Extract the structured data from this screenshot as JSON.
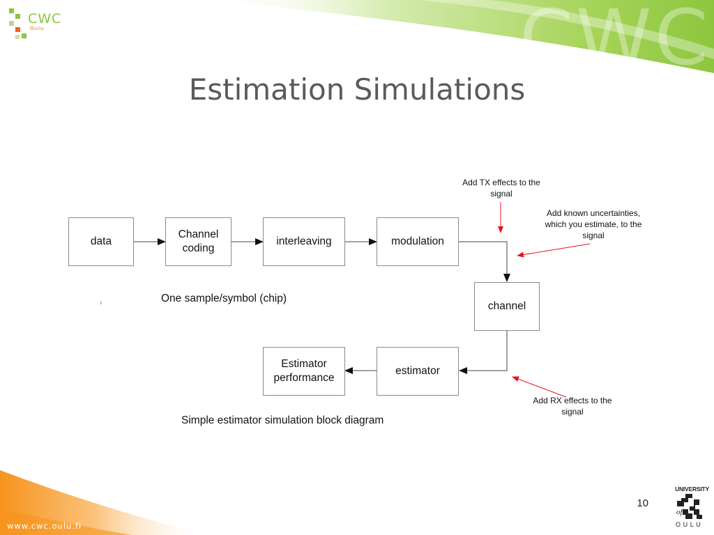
{
  "header": {
    "logo_text": "CWC",
    "logo_sub": "Oulu",
    "watermark": "CWC",
    "title": "Estimation Simulations"
  },
  "diagram": {
    "blocks": {
      "data": "data",
      "channel_coding_line1": "Channel",
      "channel_coding_line2": "coding",
      "interleaving": "interleaving",
      "modulation": "modulation",
      "channel": "channel",
      "estimator": "estimator",
      "performance_line1": "Estimator",
      "performance_line2": "performance"
    },
    "labels": {
      "sample_rate": "One sample/symbol (chip)",
      "caption": "Simple estimator simulation block diagram"
    },
    "annotations": {
      "tx_line1": "Add TX effects to the",
      "tx_line2": "signal",
      "unc_line1": "Add known uncertainties,",
      "unc_line2": "which you estimate, to the",
      "unc_line3": "signal",
      "rx_line1": "Add RX effects to the",
      "rx_line2": "signal"
    },
    "colors": {
      "box_border": "#8a8a8a",
      "connector": "#444444",
      "annotation_arrow": "#e8141c"
    }
  },
  "footer": {
    "url": "www.cwc.oulu.fi",
    "page_number": "10",
    "university_top": "UNIVERSITY",
    "university_of": "of",
    "university_bottom": "OULU"
  },
  "theme": {
    "green": "#8dc63f",
    "orange": "#f7941d"
  }
}
